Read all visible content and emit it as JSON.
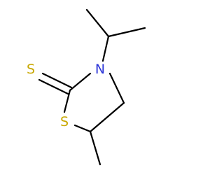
{
  "atoms": {
    "nitrogen": {
      "symbol": "N",
      "color": "#2b34d8"
    },
    "thione_sulfur": {
      "symbol": "S",
      "color": "#c8a800"
    },
    "ring_sulfur": {
      "symbol": "S",
      "color": "#c8a800"
    }
  },
  "bond_color": "#000000",
  "background_color": "#ffffff"
}
